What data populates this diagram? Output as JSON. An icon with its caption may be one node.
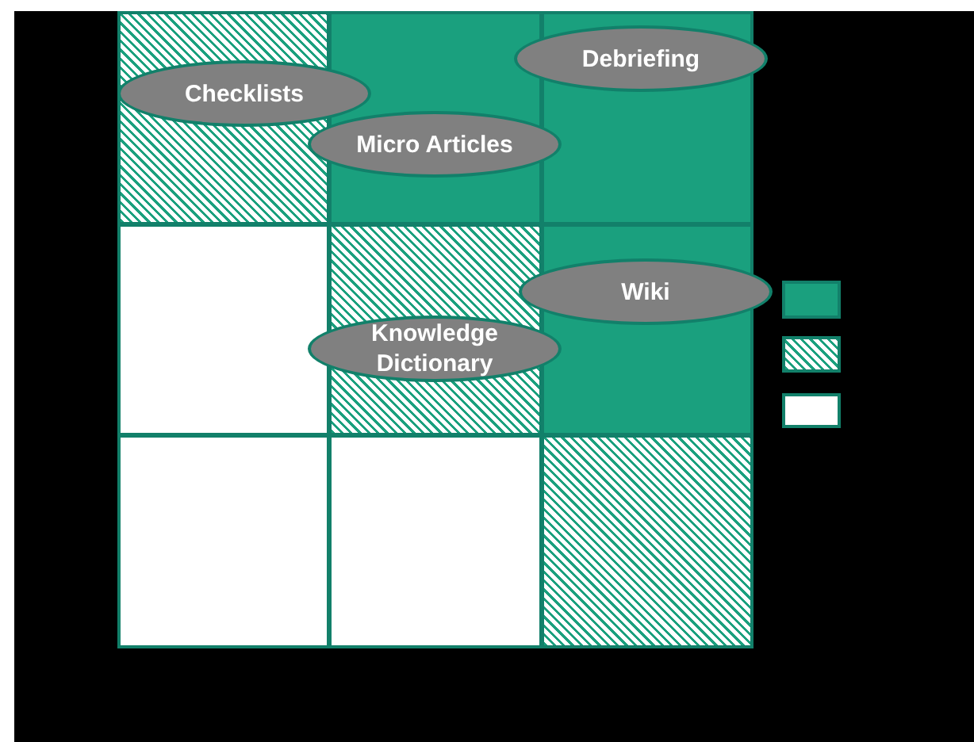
{
  "diagram": {
    "nodes": [
      {
        "text": [],
        "shape": "box"
      },
      {
        "text": [],
        "shape": "box"
      },
      {
        "text": [],
        "shape": "box"
      },
      {
        "text": [],
        "shape": "box"
      },
      {
        "text": [],
        "shape": "box"
      },
      {
        "text": [],
        "shape": "box"
      },
      {
        "text": [],
        "shape": "box"
      },
      {
        "text": [],
        "shape": "box"
      },
      {
        "text": [],
        "shape": "box"
      },
      {
        "text": [
          "Debriefing"
        ]
      },
      {
        "text": [
          "Checklists"
        ]
      },
      {
        "text": [
          "Micro Articles"
        ]
      },
      {
        "text": [
          "Wiki"
        ]
      },
      {
        "text": [
          "Knowledge Dictionary"
        ]
      }
    ]
  }
}
